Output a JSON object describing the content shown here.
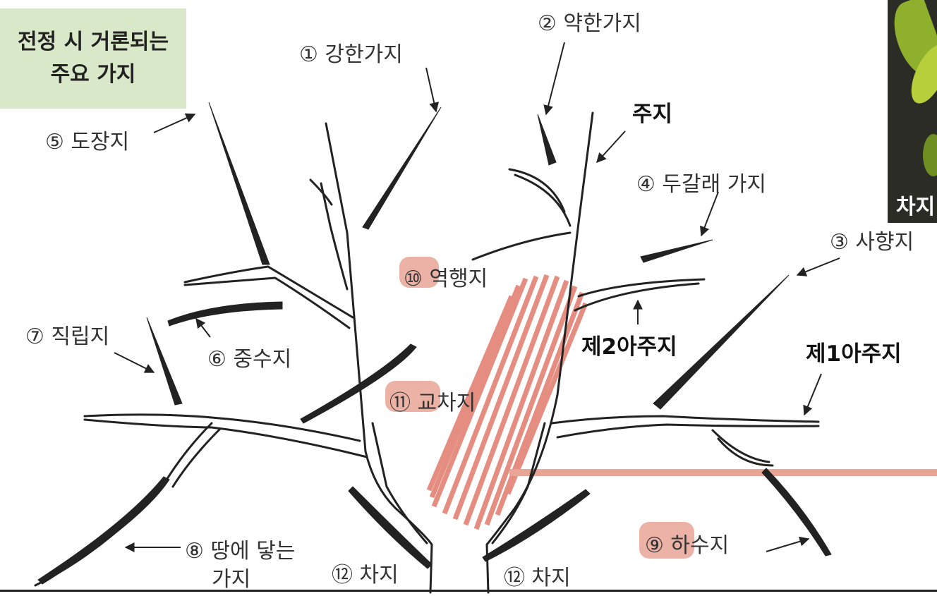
{
  "title": {
    "line1": "전정 시 거론되는",
    "line2": "주요 가지"
  },
  "labels": {
    "b1": "① 강한가지",
    "b2": "② 약한가지",
    "b3": "③ 사향지",
    "b4": "④ 두갈래 가지",
    "b5": "⑤ 도장지",
    "b6": "⑥ 중수지",
    "b7": "⑦ 직립지",
    "b8_line1": "⑧ 땅에 닿는",
    "b8_line2": "가지",
    "b9": "⑨ 하수지",
    "b10": "⑩ 역행지",
    "b11": "⑪ 교차지",
    "b12_left": "⑫ 차지",
    "b12_right": "⑫ 차지",
    "main_branch": "주지",
    "sub2": "제2아주지",
    "sub1": "제1아주지"
  },
  "photo": {
    "caption": "차지"
  },
  "colors": {
    "highlight": "#e8a595",
    "hatch": "#e07a6a",
    "title_bg": "#d9e8c8",
    "ink": "#222222"
  }
}
